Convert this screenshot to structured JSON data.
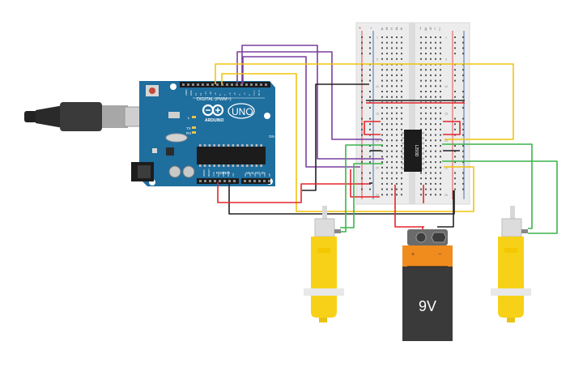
{
  "arduino": {
    "brand_label": "ARDUINO",
    "model_label": "UNO",
    "digital_header_label": "DIGITAL (PWM~)",
    "power_header_label": "POWER",
    "analog_header_label": "ANALOG IN",
    "tx_label": "TX",
    "rx_label": "RX",
    "l_label": "L",
    "on_label": "ON",
    "digital_pin_labels": [
      "AREF",
      "GND",
      "13",
      "12",
      "~11",
      "~10",
      "~9",
      "8",
      "7",
      "~6",
      "~5",
      "4",
      "~3",
      "2",
      "TX 1",
      "RX 0"
    ],
    "power_pin_labels": [
      "IOREF",
      "RESET",
      "3.3V",
      "5V",
      "GND",
      "GND",
      "Vin"
    ],
    "analog_pin_labels": [
      "A0",
      "A1",
      "A2",
      "A3",
      "A4",
      "A5"
    ]
  },
  "breadboard": {
    "column_letters_left": [
      "a",
      "b",
      "c",
      "d",
      "e"
    ],
    "column_letters_right": [
      "f",
      "g",
      "h",
      "i",
      "j"
    ],
    "row_numbers": [
      "1",
      "5",
      "10",
      "15",
      "20",
      "25",
      "30"
    ],
    "rail_plus": "+",
    "rail_minus": "−"
  },
  "driver_chip": {
    "label": "L293D"
  },
  "battery": {
    "label": "9V",
    "plus_label": "+",
    "minus_label": "−"
  },
  "wire_colors": {
    "red": "#e3262b",
    "black": "#222222",
    "purple": "#7b3fa0",
    "yellow": "#f2c40f",
    "green": "#3cb44b"
  },
  "colors": {
    "board": "#1e6e9e",
    "board_dark": "#155a83",
    "breadboard": "#ececec",
    "motor_yellow": "#f7d117",
    "battery_body": "#3a3a3a",
    "battery_top": "#f08b1e"
  }
}
